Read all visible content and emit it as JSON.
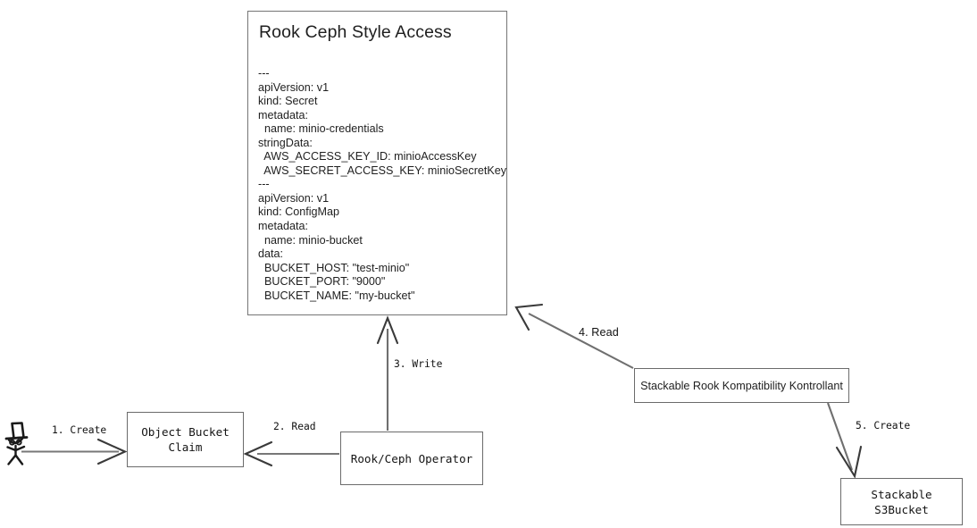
{
  "diagram": {
    "title": "Rook Ceph Style Access Diagram",
    "background_color": "#ffffff",
    "stroke_color": "#6b6b6b",
    "text_color": "#1f1f1f"
  },
  "card": {
    "title": "Rook Ceph Style Access",
    "yaml_lines": [
      "---",
      "apiVersion: v1",
      "kind: Secret",
      "metadata:",
      "  name: minio-credentials",
      "stringData:",
      "  AWS_ACCESS_KEY_ID: minioAccessKey",
      "  AWS_SECRET_ACCESS_KEY: minioSecretKey",
      "---",
      "apiVersion: v1",
      "kind: ConfigMap",
      "metadata:",
      "  name: minio-bucket",
      "data:",
      "  BUCKET_HOST: \"test-minio\"",
      "  BUCKET_PORT: \"9000\"",
      "  BUCKET_NAME: \"my-bucket\""
    ]
  },
  "nodes": {
    "actor": {
      "label": "",
      "icon": "stick-figure-with-tophat"
    },
    "object_bucket_claim": {
      "label": "Object Bucket\nClaim"
    },
    "operator": {
      "label": "Rook/Ceph Operator"
    },
    "kontrollant": {
      "label": "Stackable Rook Kompatibility Kontrollant"
    },
    "s3bucket": {
      "label": "Stackable S3Bucket"
    }
  },
  "edges": [
    {
      "id": "e1",
      "label": "1. Create",
      "from": "actor",
      "to": "object_bucket_claim"
    },
    {
      "id": "e2",
      "label": "2. Read",
      "from": "operator",
      "to": "object_bucket_claim"
    },
    {
      "id": "e3",
      "label": "3. Write",
      "from": "operator",
      "to": "card"
    },
    {
      "id": "e4",
      "label": "4. Read",
      "from": "kontrollant",
      "to": "card"
    },
    {
      "id": "e5",
      "label": "5. Create",
      "from": "kontrollant",
      "to": "s3bucket"
    }
  ]
}
